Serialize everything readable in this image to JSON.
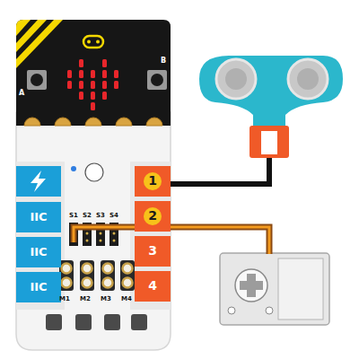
{
  "diagram": {
    "nodes": [
      {
        "text": [
          "1"
        ]
      },
      {
        "text": [
          "IIC"
        ]
      },
      {
        "text": [
          "2"
        ]
      },
      {
        "text": [
          "IIC"
        ]
      },
      {
        "text": [
          "3"
        ]
      },
      {
        "text": [
          "IIC"
        ]
      },
      {
        "text": [
          "4"
        ]
      }
    ],
    "labels": [
      "A",
      "B",
      "S1",
      "S2",
      "S3",
      "S4",
      "M1",
      "M2",
      "M3",
      "M4"
    ]
  }
}
